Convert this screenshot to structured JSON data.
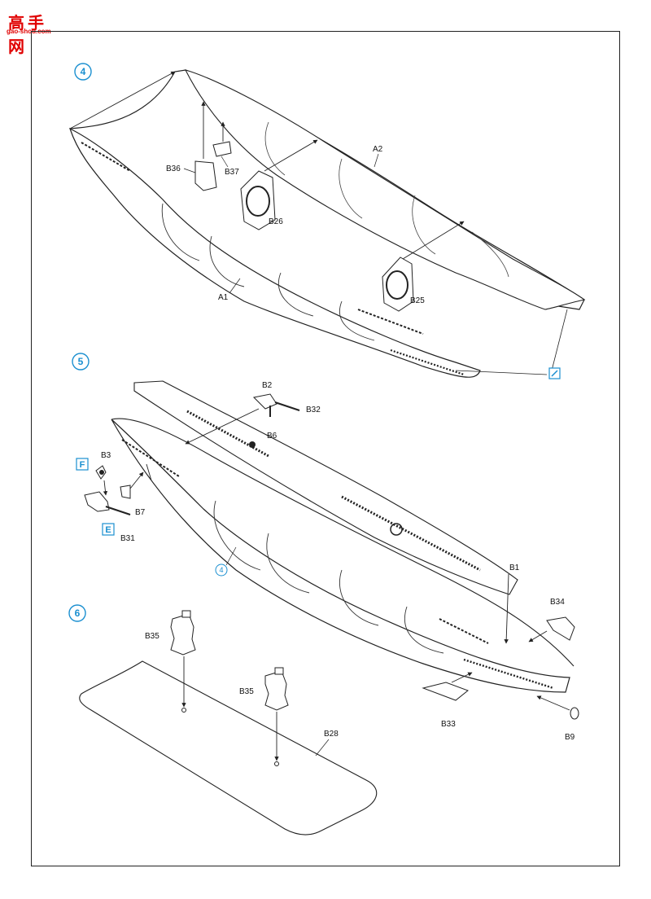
{
  "watermark": {
    "logo_text": "高手网",
    "url": "gao-shou.com"
  },
  "steps": [
    {
      "number": "4"
    },
    {
      "number": "5"
    },
    {
      "number": "6"
    }
  ],
  "step5_ref": "4",
  "markers": {
    "F": "F",
    "E": "E"
  },
  "labels": {
    "A1": "A1",
    "A2": "A2",
    "B36": "B36",
    "B37": "B37",
    "B26": "B26",
    "B25": "B25",
    "B2": "B2",
    "B32": "B32",
    "B6": "B6",
    "B3": "B3",
    "B7": "B7",
    "B31": "B31",
    "B1": "B1",
    "B34": "B34",
    "B33": "B33",
    "B9": "B9",
    "B35a": "B35",
    "B35b": "B35",
    "B28": "B28"
  },
  "colors": {
    "accent": "#1a8fd0",
    "line": "#222222",
    "watermark": "#e00000"
  }
}
